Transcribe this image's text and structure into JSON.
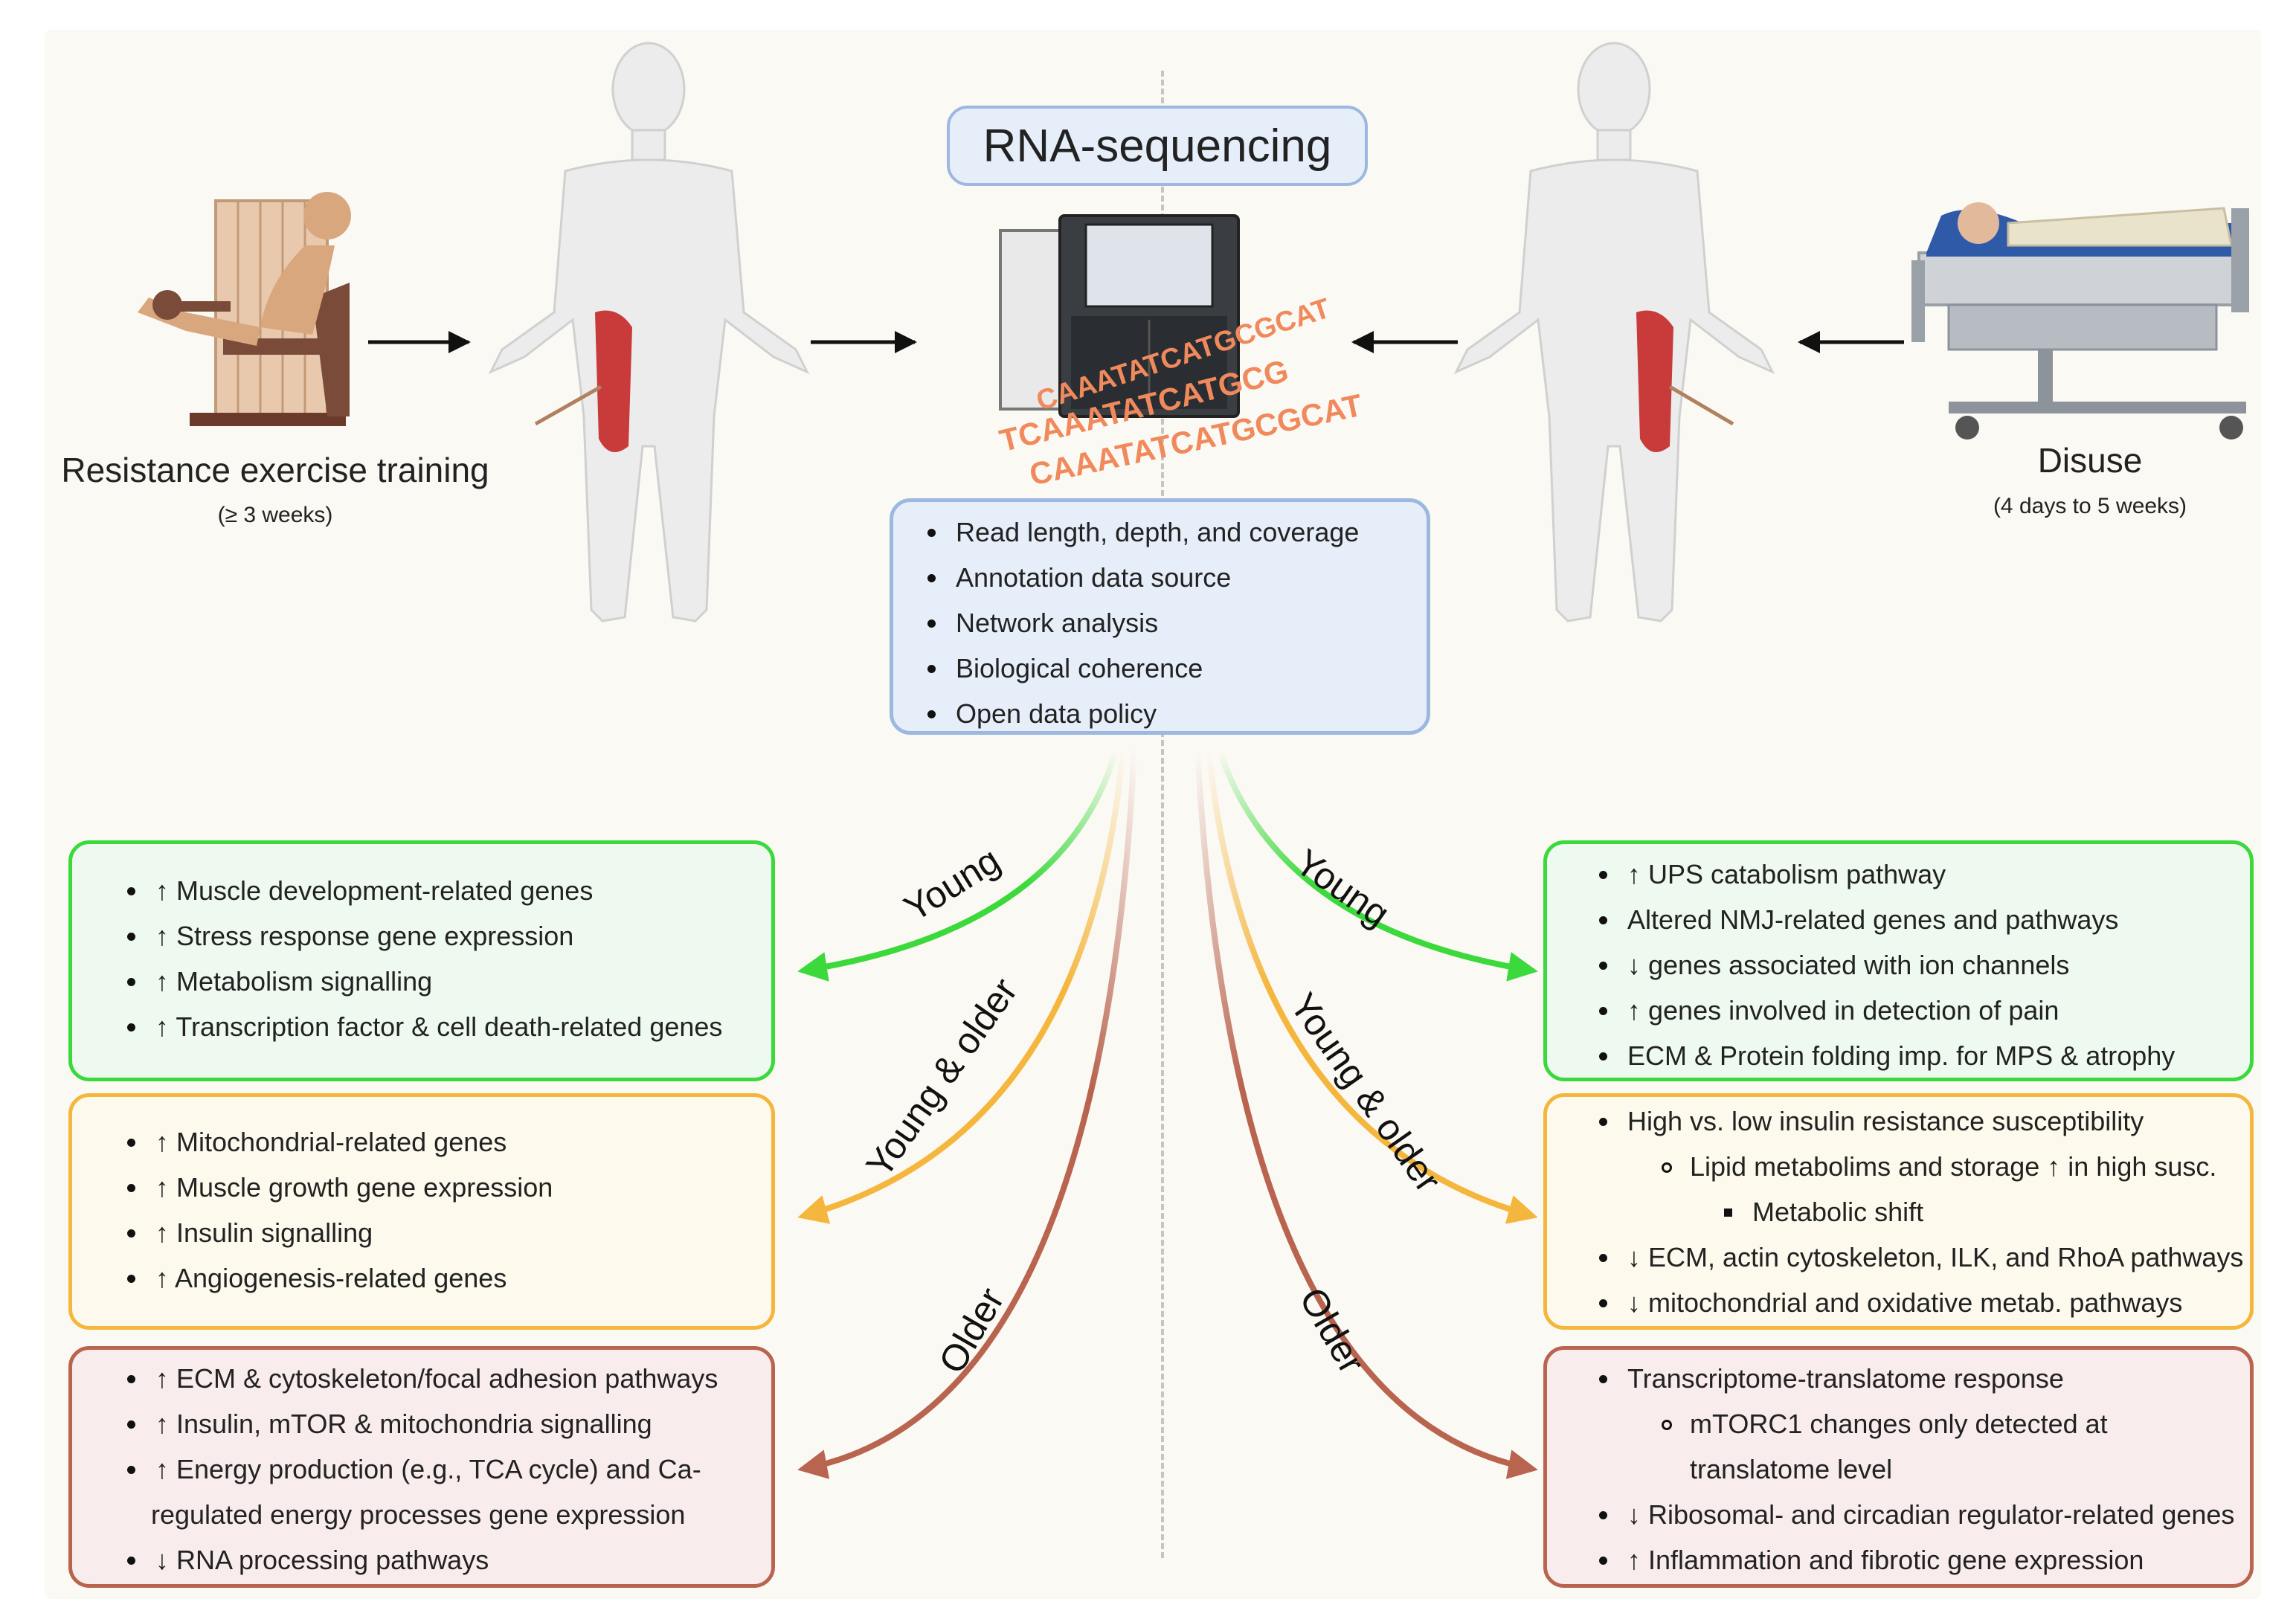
{
  "title": "RNA-sequencing",
  "left_condition": {
    "title": "Resistance exercise training",
    "subtitle": "(≥ 3 weeks)"
  },
  "right_condition": {
    "title": "Disuse",
    "subtitle": "(4 days to 5 weeks)"
  },
  "sequencer_sequences": [
    "CAAATATCATGCGCAT",
    "TCAAATATCATGCG",
    "CAAATATCATGCGCAT"
  ],
  "considerations": [
    "Read length, depth, and coverage",
    "Annotation data source",
    "Network analysis",
    "Biological coherence",
    "Open data policy"
  ],
  "arrow_labels": {
    "young": "Young",
    "young_older": "Young & older",
    "older": "Older"
  },
  "colors": {
    "young": "#3bd93b",
    "young_older": "#f4b63c",
    "older": "#b8644f",
    "method": "#9db8e0"
  },
  "left_boxes": {
    "young": [
      "↑ Muscle development-related genes",
      "↑ Stress response gene expression",
      "↑ Metabolism signalling",
      "↑ Transcription factor & cell death-related genes"
    ],
    "young_older": [
      "↑ Mitochondrial-related genes",
      "↑ Muscle growth gene expression",
      "↑ Insulin signalling",
      "↑ Angiogenesis-related genes"
    ],
    "older": [
      "↑ ECM & cytoskeleton/focal adhesion pathways",
      "↑ Insulin, mTOR & mitochondria signalling",
      "↑ Energy production (e.g., TCA cycle) and Ca-",
      "regulated energy processes gene expression",
      "↓ RNA processing pathways"
    ]
  },
  "right_boxes": {
    "young": [
      "↑ UPS catabolism pathway",
      "Altered NMJ-related genes and pathways",
      "↓ genes associated with ion channels",
      "↑ genes involved in detection of pain",
      "ECM & Protein folding imp. for MPS & atrophy"
    ],
    "young_older": [
      "High vs. low insulin resistance susceptibility",
      "Lipid metabolims and storage ↑ in high susc.",
      "Metabolic shift",
      "↓ ECM, actin cytoskeleton, ILK, and RhoA pathways",
      "↓ mitochondrial and oxidative metab. pathways"
    ],
    "older": [
      "Transcriptome-translatome response",
      "mTORC1 changes only detected at",
      "translatome level",
      "↓ Ribosomal- and circadian regulator-related genes",
      "↑ Inflammation and fibrotic gene expression"
    ]
  }
}
